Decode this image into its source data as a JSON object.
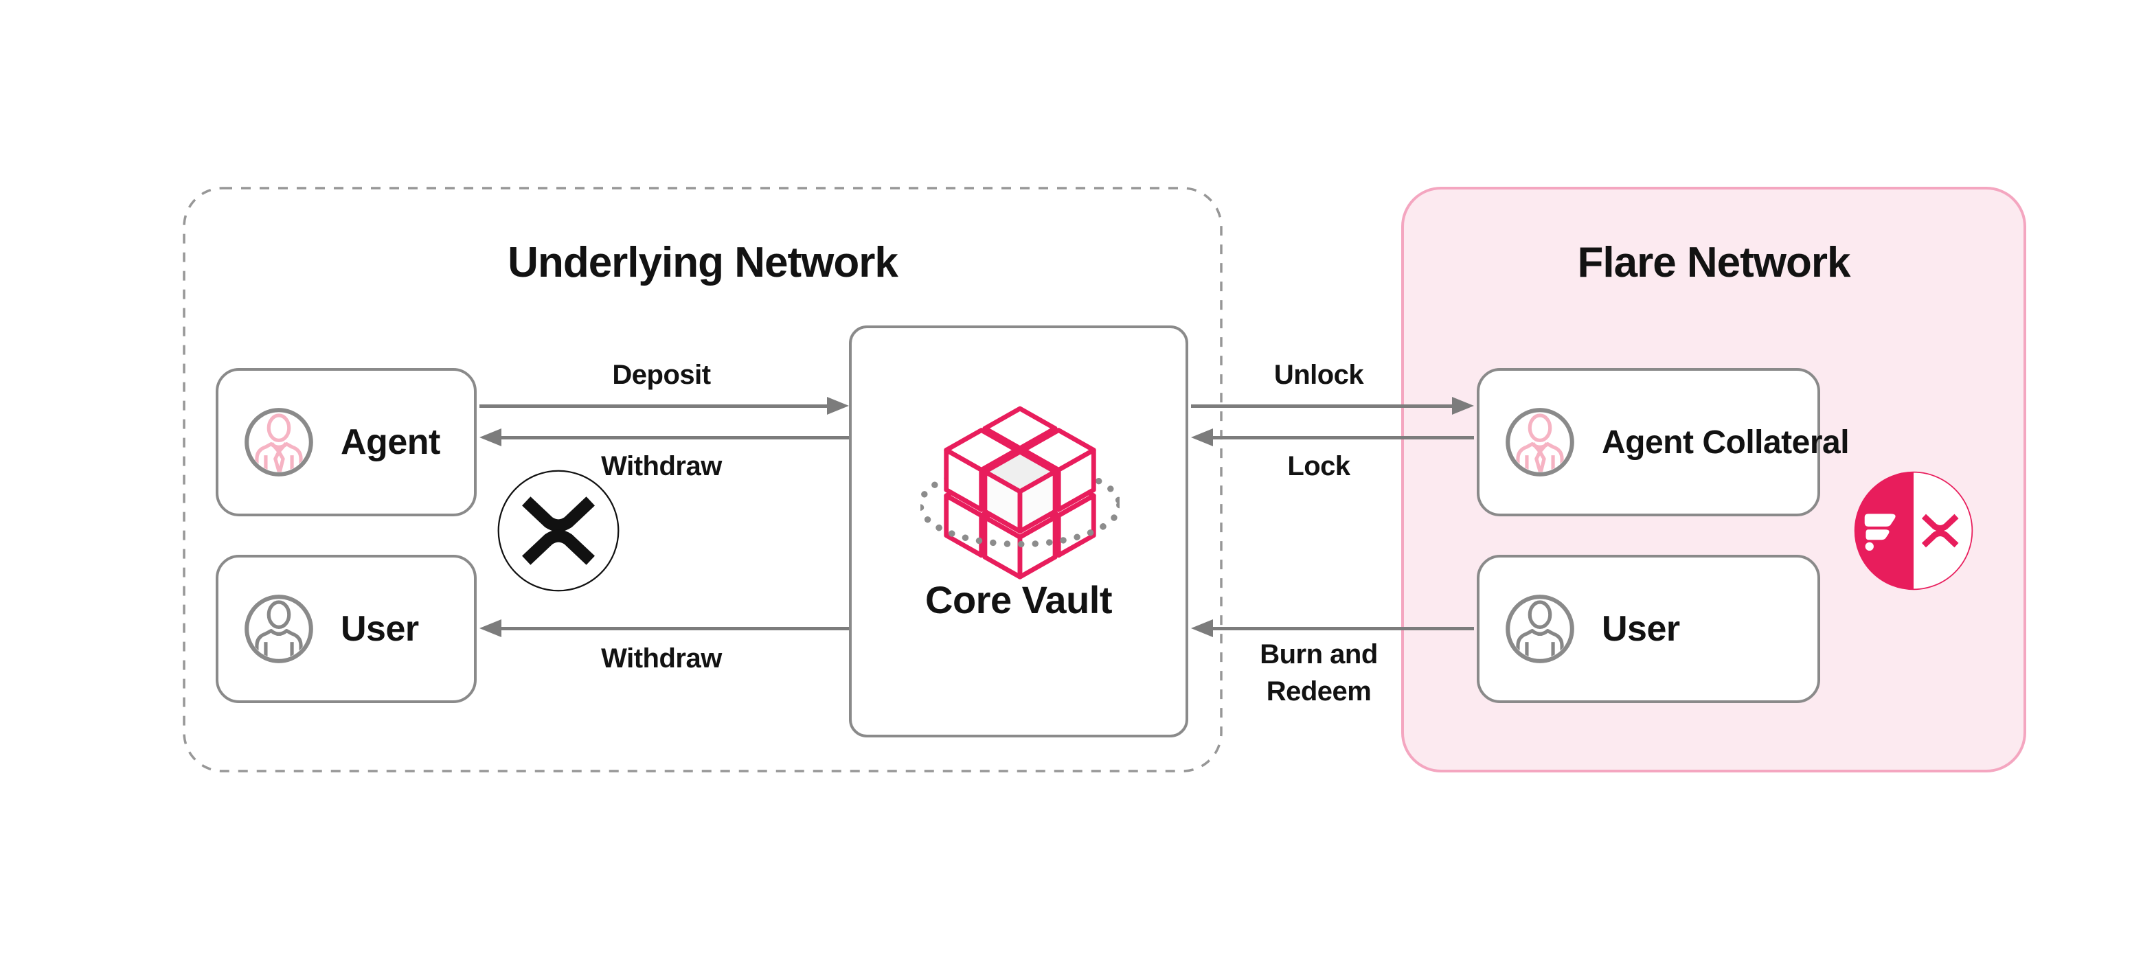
{
  "diagram": {
    "underlying_network": {
      "title": "Underlying Network"
    },
    "flare_network": {
      "title": "Flare Network"
    },
    "nodes": {
      "agent": {
        "label": "Agent"
      },
      "user_underlying": {
        "label": "User"
      },
      "core_vault": {
        "label": "Core Vault"
      },
      "agent_collateral": {
        "label_line1": "Agent",
        "label_line2": "Collateral"
      },
      "user_flare": {
        "label": "User"
      }
    },
    "flows": {
      "deposit": {
        "label": "Deposit"
      },
      "withdraw_agent": {
        "label": "Withdraw"
      },
      "withdraw_user": {
        "label": "Withdraw"
      },
      "unlock": {
        "label": "Unlock"
      },
      "lock": {
        "label": "Lock"
      },
      "burn_redeem": {
        "label_line1": "Burn and",
        "label_line2": "Redeem"
      }
    },
    "icons": {
      "agent": "person-tie-icon",
      "user": "person-icon",
      "core_vault": "cubes-icon",
      "xrp": "xrp-icon",
      "fxrp": "flare-xrp-icon"
    },
    "colors": {
      "accent_pink": "#E81D5C",
      "person_pink": "#F6B3C3",
      "flare_panel_fill": "#FCEAF0",
      "flare_panel_border": "#F4A6C0",
      "line_gray": "#7C7C7C",
      "border_gray": "#8A8A8A",
      "dash_gray": "#979797",
      "text": "#121212"
    }
  }
}
